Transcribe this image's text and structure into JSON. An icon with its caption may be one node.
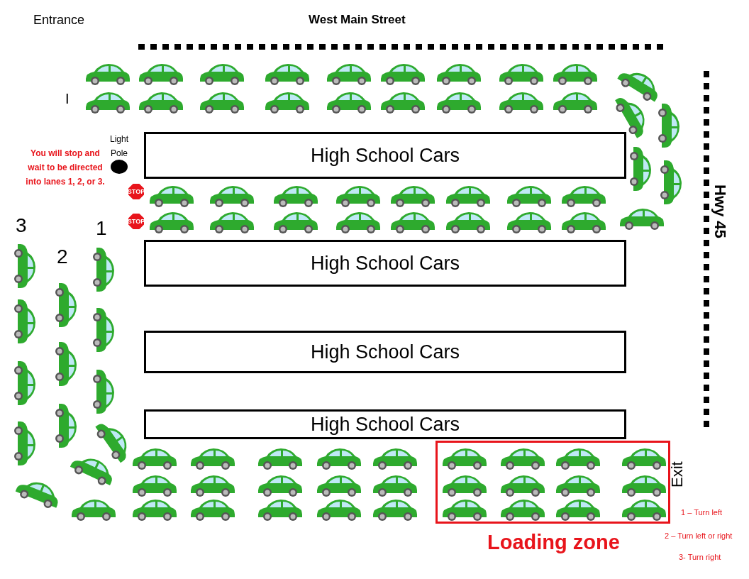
{
  "diagram": {
    "nodes": [
      {
        "text": [
          "High School Cars"
        ]
      },
      {
        "text": [
          "High School Cars"
        ]
      },
      {
        "text": [
          "High School Cars"
        ]
      },
      {
        "text": [
          "High School Cars"
        ]
      },
      {
        "text": [
          "Loading zone"
        ]
      }
    ],
    "edges": [],
    "labels": [
      "Entrance",
      "West Main Street",
      "I",
      "Light Pole",
      "You will stop and wait to be directed into lanes 1, 2, or 3.",
      "STOP",
      "STOP",
      "3",
      "2",
      "1",
      "Hwy 45",
      "Exit",
      "1 – Turn left",
      "2 – Turn left or right",
      "3- Turn right"
    ]
  }
}
